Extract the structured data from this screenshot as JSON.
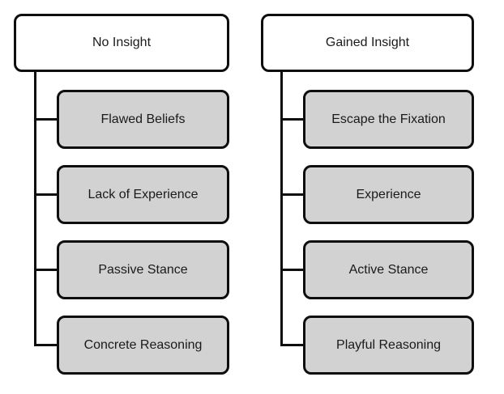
{
  "diagram": {
    "type": "hierarchy",
    "columns": [
      {
        "parent": "No Insight",
        "children": [
          "Flawed Beliefs",
          "Lack of Experience",
          "Passive Stance",
          "Concrete Reasoning"
        ]
      },
      {
        "parent": "Gained Insight",
        "children": [
          "Escape the Fixation",
          "Experience",
          "Active Stance",
          "Playful Reasoning"
        ]
      }
    ]
  },
  "colors": {
    "background": "#ffffff",
    "parent_fill": "#ffffff",
    "child_fill": "#d2d2d2",
    "border": "#0e0e0e",
    "text": "#1a1a1a"
  }
}
